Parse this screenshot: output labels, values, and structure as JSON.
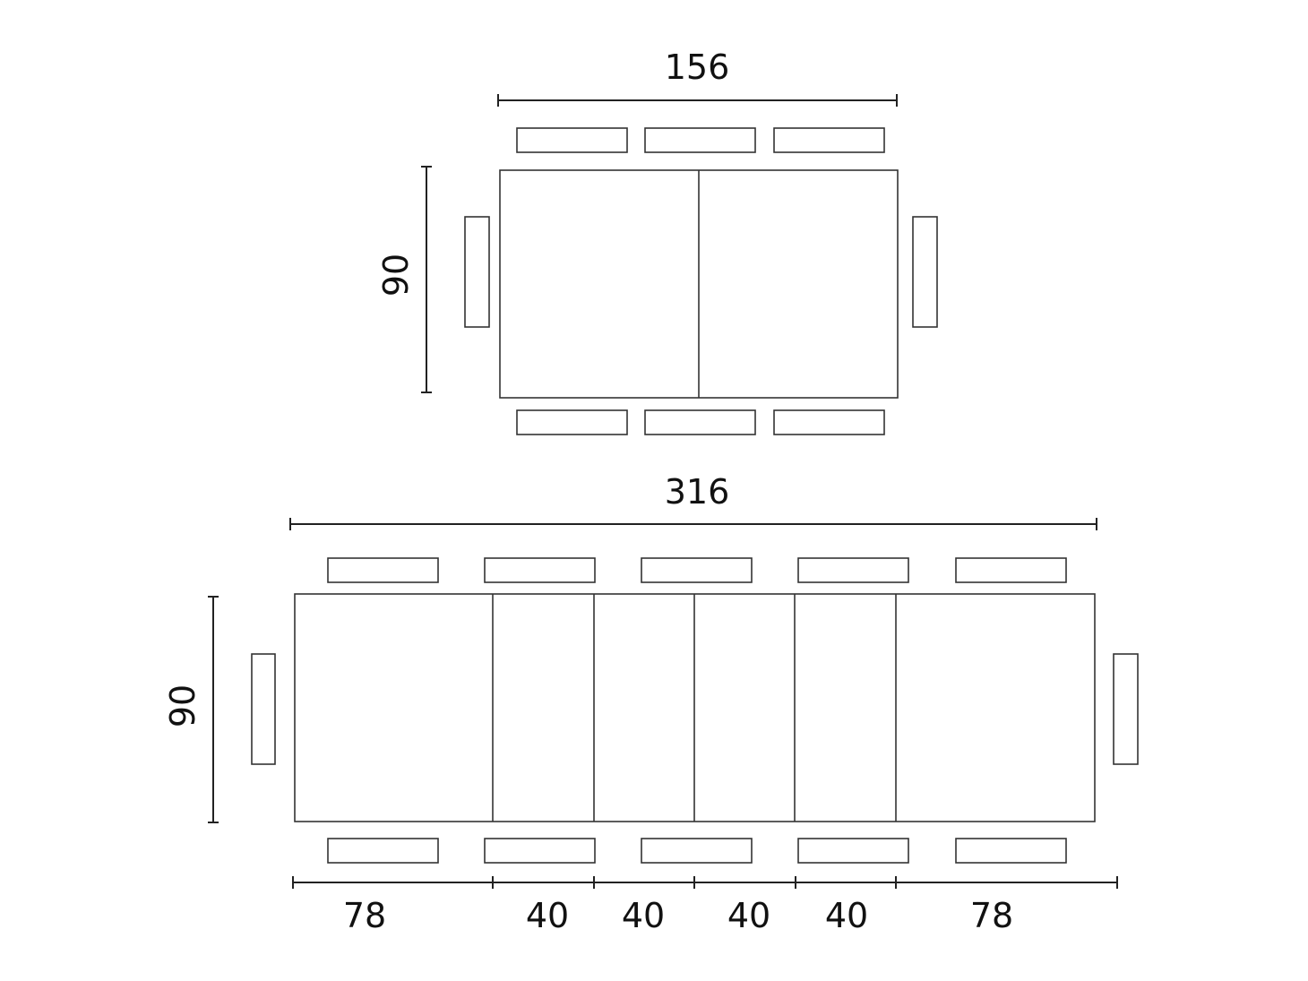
{
  "colors": {
    "background": "#ffffff",
    "line": "#333333",
    "text": "#111111"
  },
  "compact_table": {
    "width_label": "156",
    "depth_label": "90",
    "seats": 8
  },
  "extended_table": {
    "width_label": "316",
    "depth_label": "90",
    "seats": 12,
    "segment_labels": [
      "78",
      "40",
      "40",
      "40",
      "40",
      "78"
    ]
  }
}
